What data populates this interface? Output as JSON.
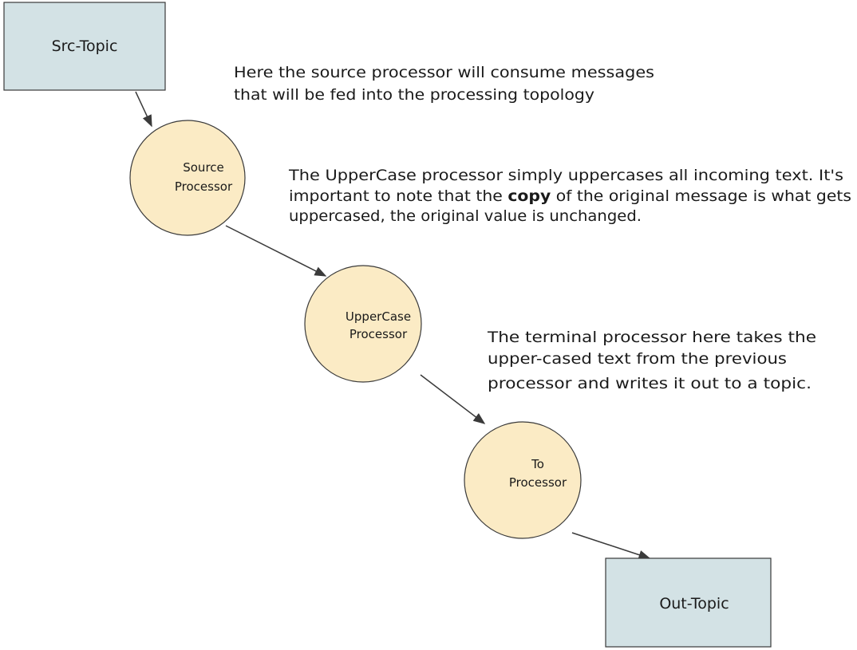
{
  "colors": {
    "topic_fill": "#d3e2e5",
    "processor_fill": "#fbebc5",
    "stroke": "#3a3a3a",
    "text": "#1a1a1a",
    "background": "#ffffff"
  },
  "nodes": {
    "src_topic": "Src-Topic",
    "source_processor": [
      "Source",
      "Processor"
    ],
    "uppercase_processor": [
      "UpperCase",
      "Processor"
    ],
    "to_processor": [
      "To",
      "Processor"
    ],
    "out_topic": "Out-Topic"
  },
  "notes": {
    "source_note": [
      "Here the source processor will consume messages",
      "that will be fed into the processing topology"
    ],
    "uppercase_note": {
      "line1": "The UpperCase processor simply uppercases all incoming text.  It's",
      "line2_before": "important to note that the ",
      "line2_bold": "copy",
      "line2_after": " of the original message is what gets",
      "line3": "uppercased, the original value is unchanged."
    },
    "terminal_note": [
      "The terminal processor here takes the",
      "upper-cased text from the previous",
      "processor and writes it out to a topic."
    ]
  }
}
